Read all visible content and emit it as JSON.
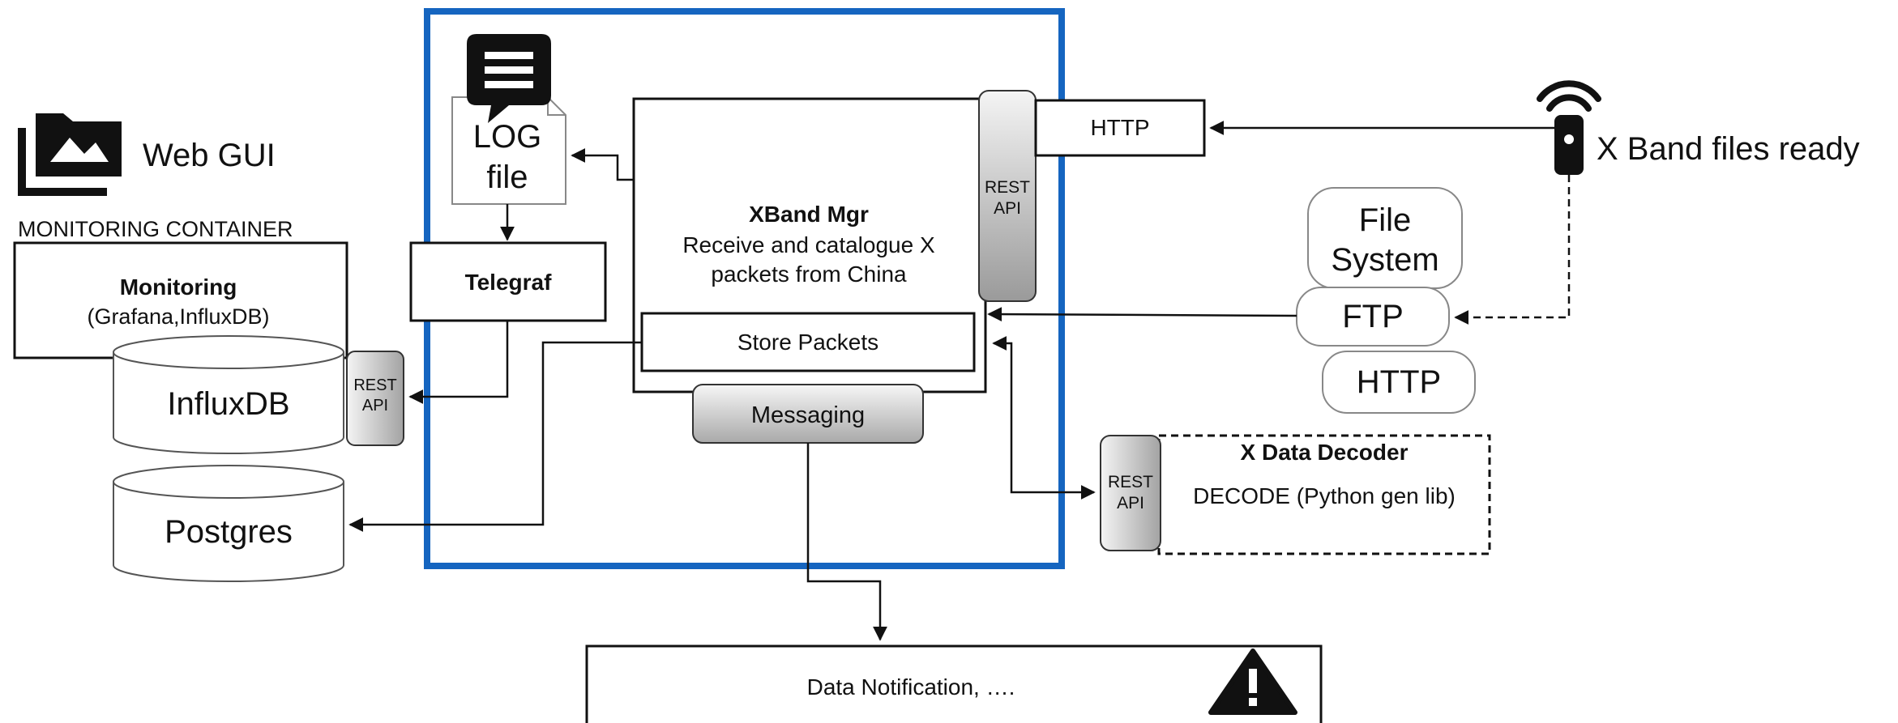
{
  "webgui": {
    "label": "Web GUI"
  },
  "monitoring": {
    "container_label": "MONITORING CONTAINER",
    "title": "Monitoring",
    "subtitle": "(Grafana,InfluxDB)"
  },
  "influxdb": {
    "label": "InfluxDB",
    "rest_line1": "REST",
    "rest_line2": "API"
  },
  "postgres": {
    "label": "Postgres"
  },
  "log": {
    "line1": "LOG",
    "line2": "file"
  },
  "telegraf": {
    "label": "Telegraf"
  },
  "xband_mgr": {
    "title": "XBand Mgr",
    "line1": "Receive and catalogue X",
    "line2": "packets from China",
    "store": "Store Packets",
    "messaging": "Messaging",
    "rest_line1": "REST",
    "rest_line2": "API"
  },
  "http_box": {
    "label": "HTTP"
  },
  "x_band_ready": {
    "label": "X Band files ready"
  },
  "file_system": {
    "line1": "File",
    "line2": "System"
  },
  "ftp": {
    "label": "FTP"
  },
  "http_pill": {
    "label": "HTTP"
  },
  "decoder": {
    "title": "X Data Decoder",
    "subtitle": "DECODE (Python gen lib)",
    "rest_line1": "REST",
    "rest_line2": "API"
  },
  "notification": {
    "label": "Data Notification, …."
  },
  "colors": {
    "container_border": "#1565c0",
    "rest_gradient_top": "#f2f2f2",
    "rest_gradient_bottom": "#9a9a9a"
  }
}
